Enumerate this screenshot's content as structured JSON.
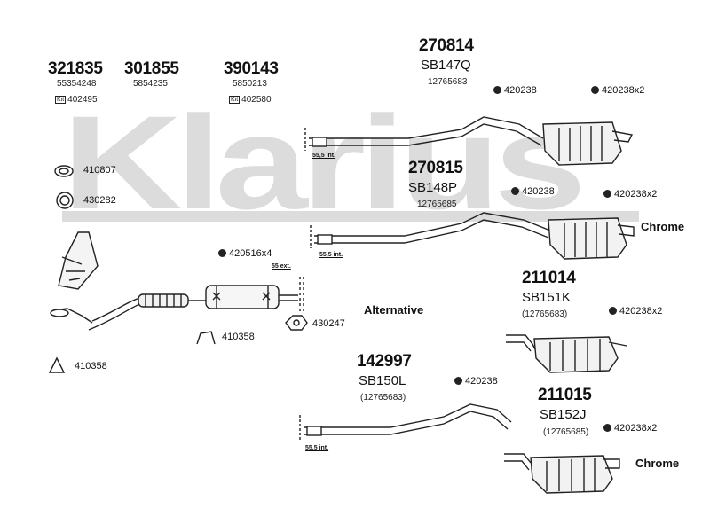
{
  "watermark": "Klarius",
  "parts": {
    "p321835": {
      "number": "321835",
      "ref": "55354248",
      "kit": "Kit",
      "kit_ref": "402495"
    },
    "p301855": {
      "number": "301855",
      "ref": "5854235"
    },
    "p390143": {
      "number": "390143",
      "ref": "5850213",
      "kit": "Kit",
      "kit_ref": "402580"
    },
    "p270814": {
      "number": "270814",
      "code": "SB147Q",
      "ref": "12765683"
    },
    "p270815": {
      "number": "270815",
      "code": "SB148P",
      "ref": "12765685"
    },
    "p211014": {
      "number": "211014",
      "code": "SB151K",
      "ref": "(12765683)"
    },
    "p142997": {
      "number": "142997",
      "code": "SB150L",
      "ref": "(12765683)"
    },
    "p211015": {
      "number": "211015",
      "code": "SB152J",
      "ref": "(12765685)"
    }
  },
  "fittings": {
    "c420238_a": "420238",
    "c420238x2_a": "420238x2",
    "c420238_b": "420238",
    "c420238x2_b": "420238x2",
    "c420238x2_c": "420238x2",
    "c420238_c": "420238",
    "c420238x2_d": "420238x2",
    "c410807": "410807",
    "c430282": "430282",
    "c420516x4": "420516x4",
    "c430247": "430247",
    "c410358_a": "410358",
    "c410358_b": "410358"
  },
  "notes": {
    "int_a": "55,5 int.",
    "int_b": "55,5 int.",
    "int_c": "55,5 int.",
    "ext": "55 ext.",
    "alternative": "Alternative",
    "chrome_a": "Chrome",
    "chrome_b": "Chrome"
  }
}
